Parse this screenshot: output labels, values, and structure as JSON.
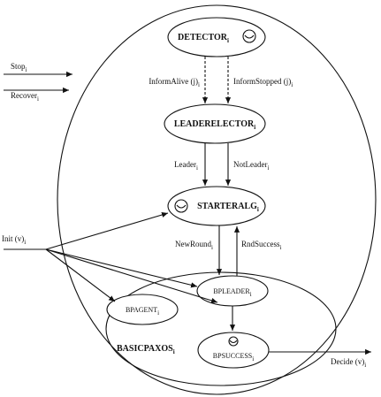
{
  "nodes": {
    "detector": {
      "name": "DETECTOR",
      "sub": "i"
    },
    "leaderelector": {
      "name": "LEADERELECTOR",
      "sub": "i"
    },
    "starteralg": {
      "name": "STARTERALG",
      "sub": "i"
    },
    "bpleader": {
      "name": "BPLEADER",
      "sub": "i"
    },
    "bpagent": {
      "name": "BPAGENT",
      "sub": "i"
    },
    "bpsuccess": {
      "name": "BPSUCCESS",
      "sub": "i"
    },
    "basicpaxos": {
      "name": "BASICPAXOS",
      "sub": "i"
    }
  },
  "edge_labels": {
    "inform_alive": {
      "text": "InformAlive (j)",
      "sub": "i"
    },
    "inform_stopped": {
      "text": "InformStopped (j)",
      "sub": "i"
    },
    "leader": {
      "text": "Leader",
      "sub": "i"
    },
    "not_leader": {
      "text": "NotLeader",
      "sub": "i"
    },
    "new_round": {
      "text": "NewRound",
      "sub": "i"
    },
    "rnd_success": {
      "text": "RndSuccess",
      "sub": "i"
    }
  },
  "external_inputs": {
    "stop": {
      "text": "Stop",
      "sub": "i"
    },
    "recover": {
      "text": "Recover",
      "sub": "i"
    },
    "init": {
      "text": "Init (v)",
      "sub": "i"
    }
  },
  "external_outputs": {
    "decide": {
      "text": "Decide (v)",
      "sub": "i"
    }
  },
  "icons": {
    "clock": "clock-icon"
  }
}
